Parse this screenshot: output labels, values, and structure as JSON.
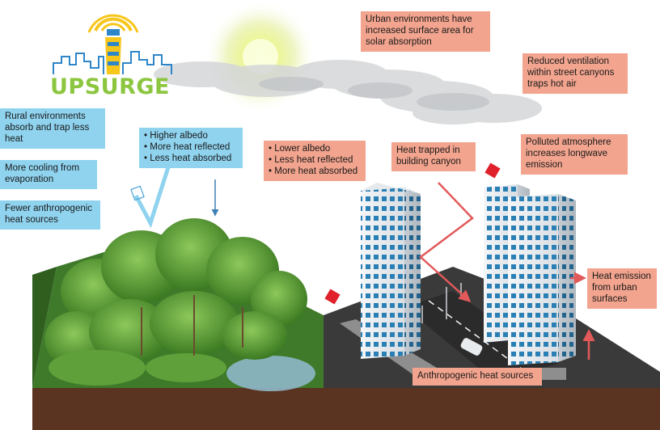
{
  "logo": {
    "text": "UPSURGE",
    "colors": {
      "green": "#8cc63f",
      "yellow": "#f7c61a",
      "blue": "#2e86c8"
    }
  },
  "labels": {
    "rural_absorb": [
      "Rural environments",
      "absorb and trap less",
      "heat"
    ],
    "more_cooling": [
      "More cooling from",
      "evaporation"
    ],
    "fewer_anthropogenic": [
      "Fewer anthropogenic",
      "heat sources"
    ],
    "rural_albedo": [
      "Higher albedo",
      "More heat reflected",
      "Less heat absorbed"
    ],
    "urban_albedo": [
      "Lower albedo",
      "Less heat reflected",
      "More heat absorbed"
    ],
    "heat_trapped": [
      "Heat trapped in",
      "building canyon"
    ],
    "surface_area": [
      "Urban environments have",
      "increased surface area for",
      "solar absorption"
    ],
    "ventilation": [
      "Reduced ventilation",
      "within street canyons",
      "traps hot air"
    ],
    "polluted": [
      "Polluted atmosphere",
      "increases longwave",
      "emission"
    ],
    "heat_emission": [
      "Heat emission",
      "from urban",
      "surfaces"
    ],
    "anthropogenic_sources": [
      "Anthropogenic heat sources"
    ]
  },
  "colors": {
    "blue_label": "#8fd3ef",
    "salmon_label": "#f2a48e",
    "arrow_red": "#e2595a",
    "arrow_blue": "#4aa3d6",
    "grass": "#3f7a2a",
    "soil": "#5a3420",
    "asphalt": "#2b2b2b",
    "building_window": "#2a7fb4"
  }
}
